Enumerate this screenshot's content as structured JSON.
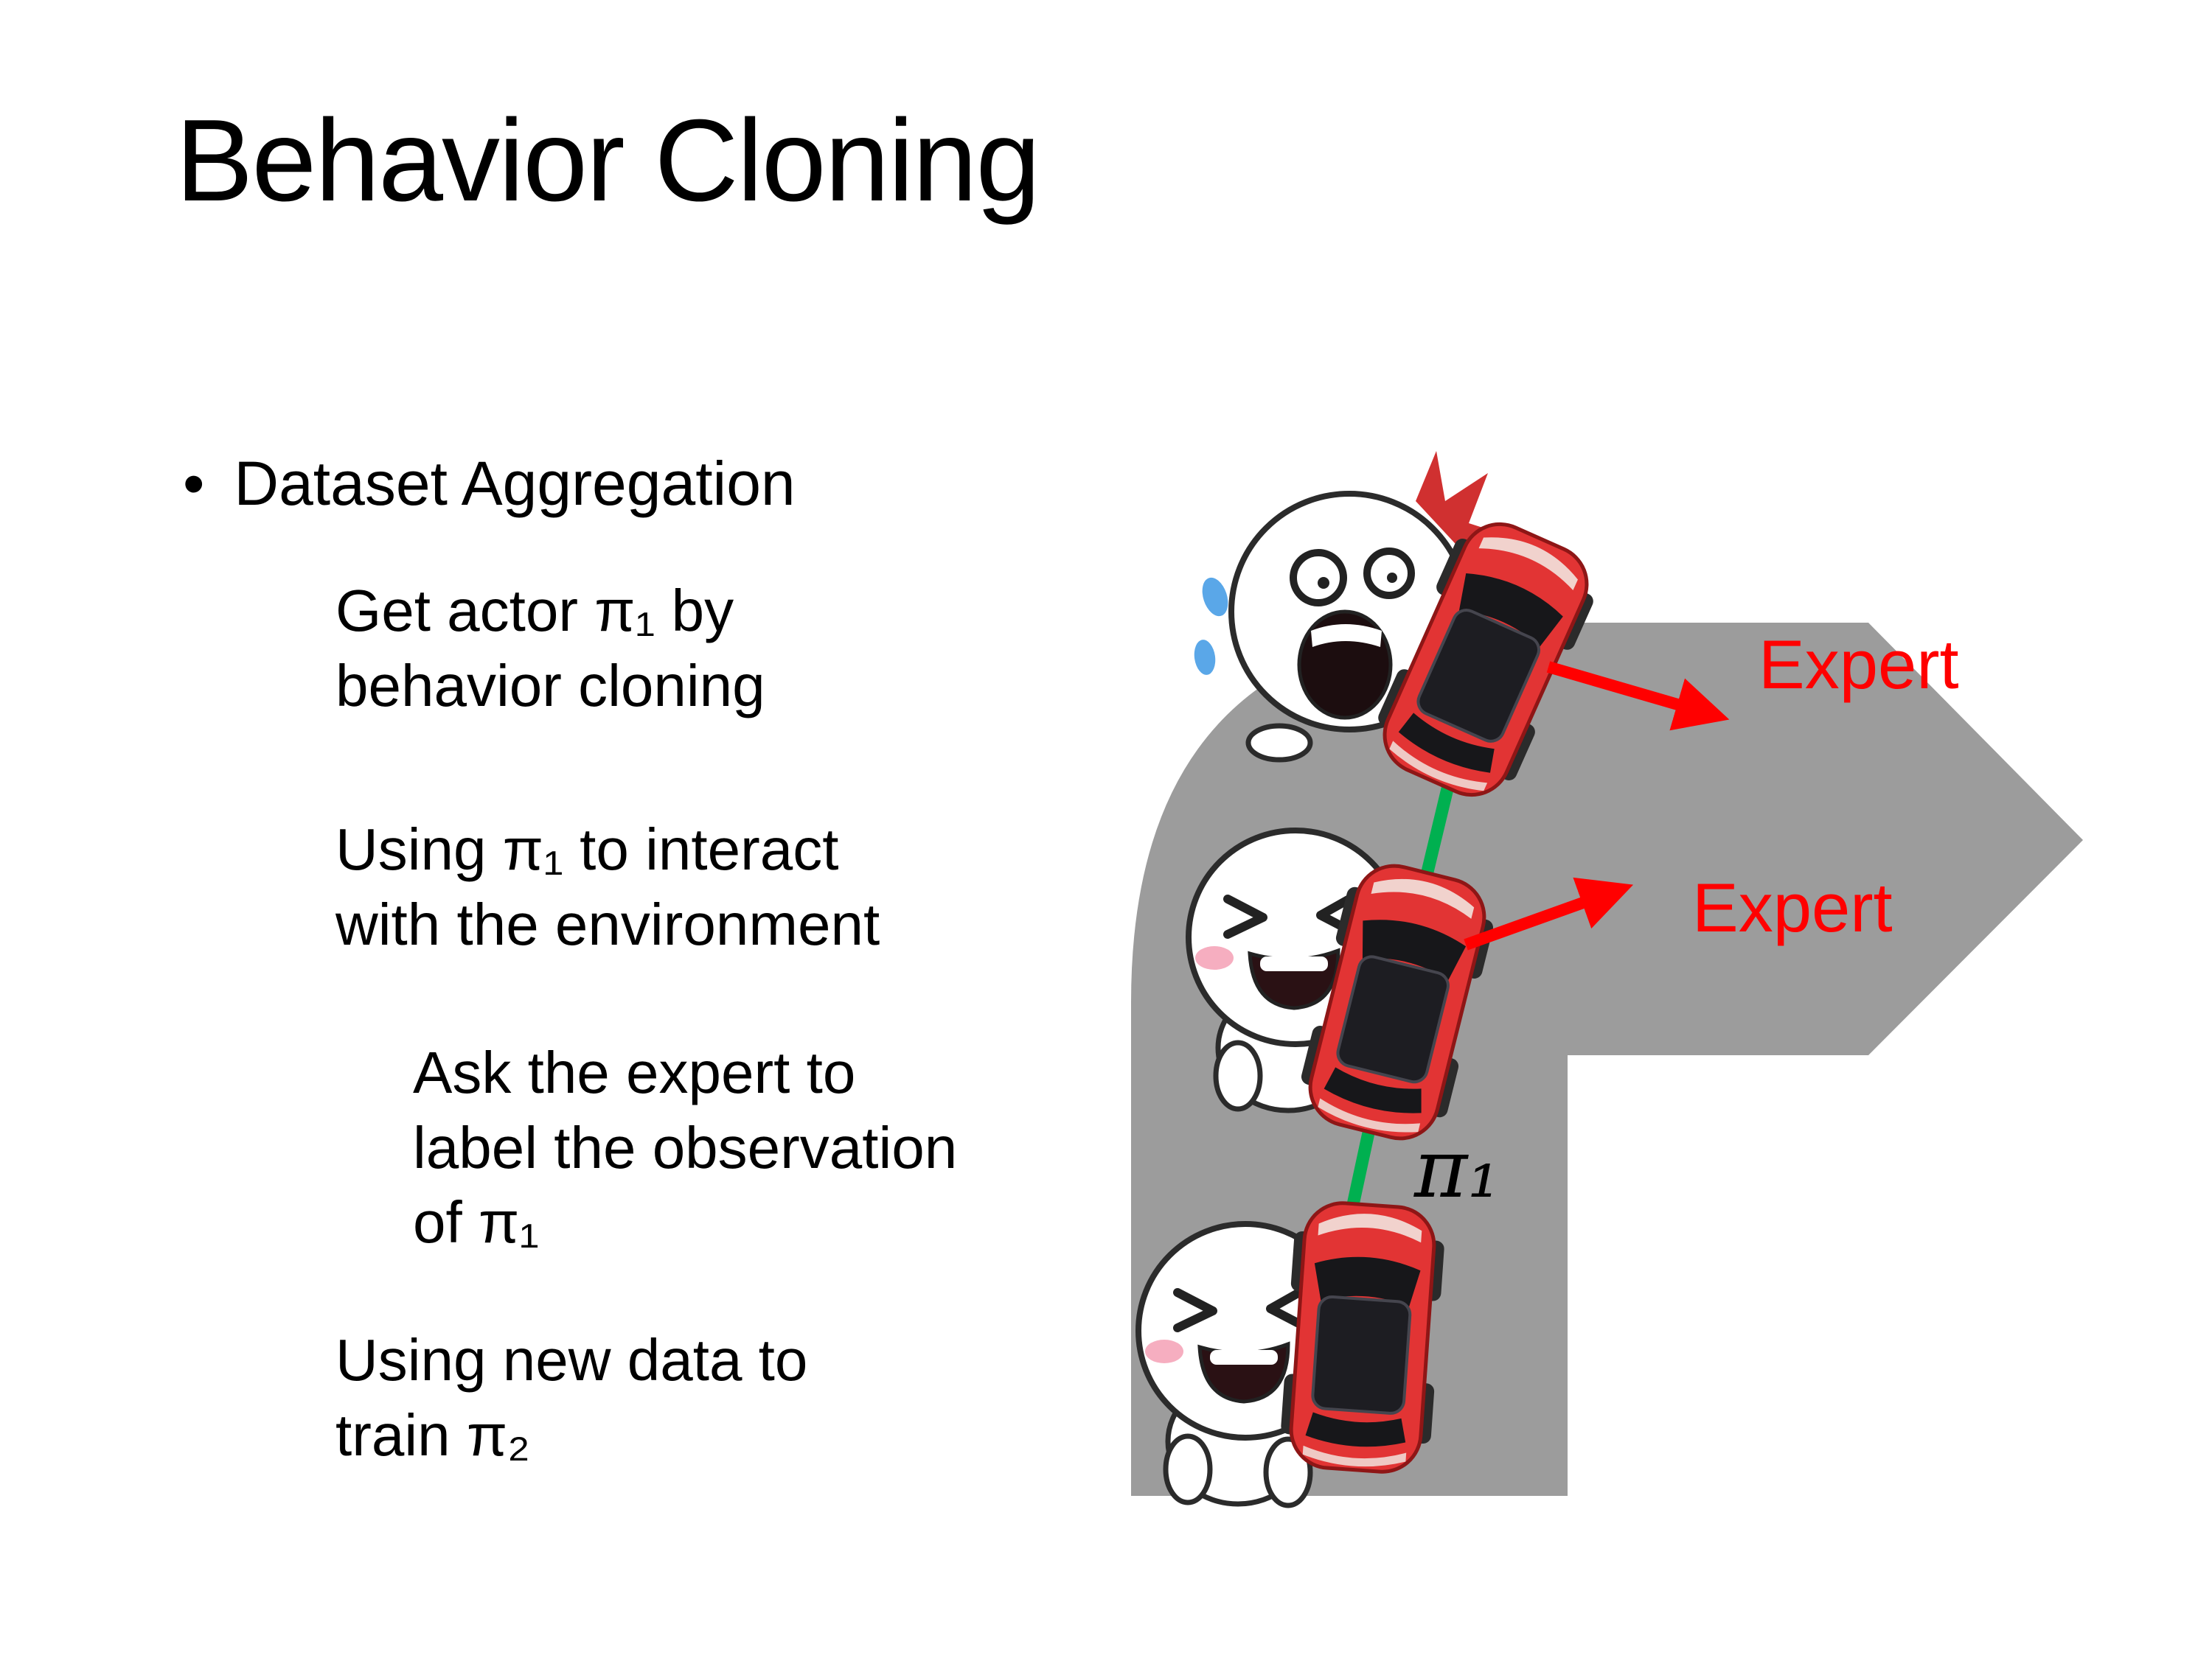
{
  "slide": {
    "title": "Behavior Cloning",
    "bullet_marker": "•",
    "bullet": "Dataset Aggregation",
    "steps": [
      {
        "text": "Get actor π₁ by\nbehavior cloning"
      },
      {
        "text": "Using π₁ to interact\nwith the environment"
      },
      {
        "text": "Ask the expert to\nlabel the observation\nof π₁"
      },
      {
        "text": "Using new data to\ntrain π₂"
      }
    ]
  },
  "diagram": {
    "expert_labels": [
      "Expert",
      "Expert"
    ],
    "pi_label": "π₁",
    "colors": {
      "road": "#9c9c9c",
      "expert_red": "#ff0000",
      "trajectory_green": "#00b050",
      "car_red": "#e23434"
    }
  }
}
